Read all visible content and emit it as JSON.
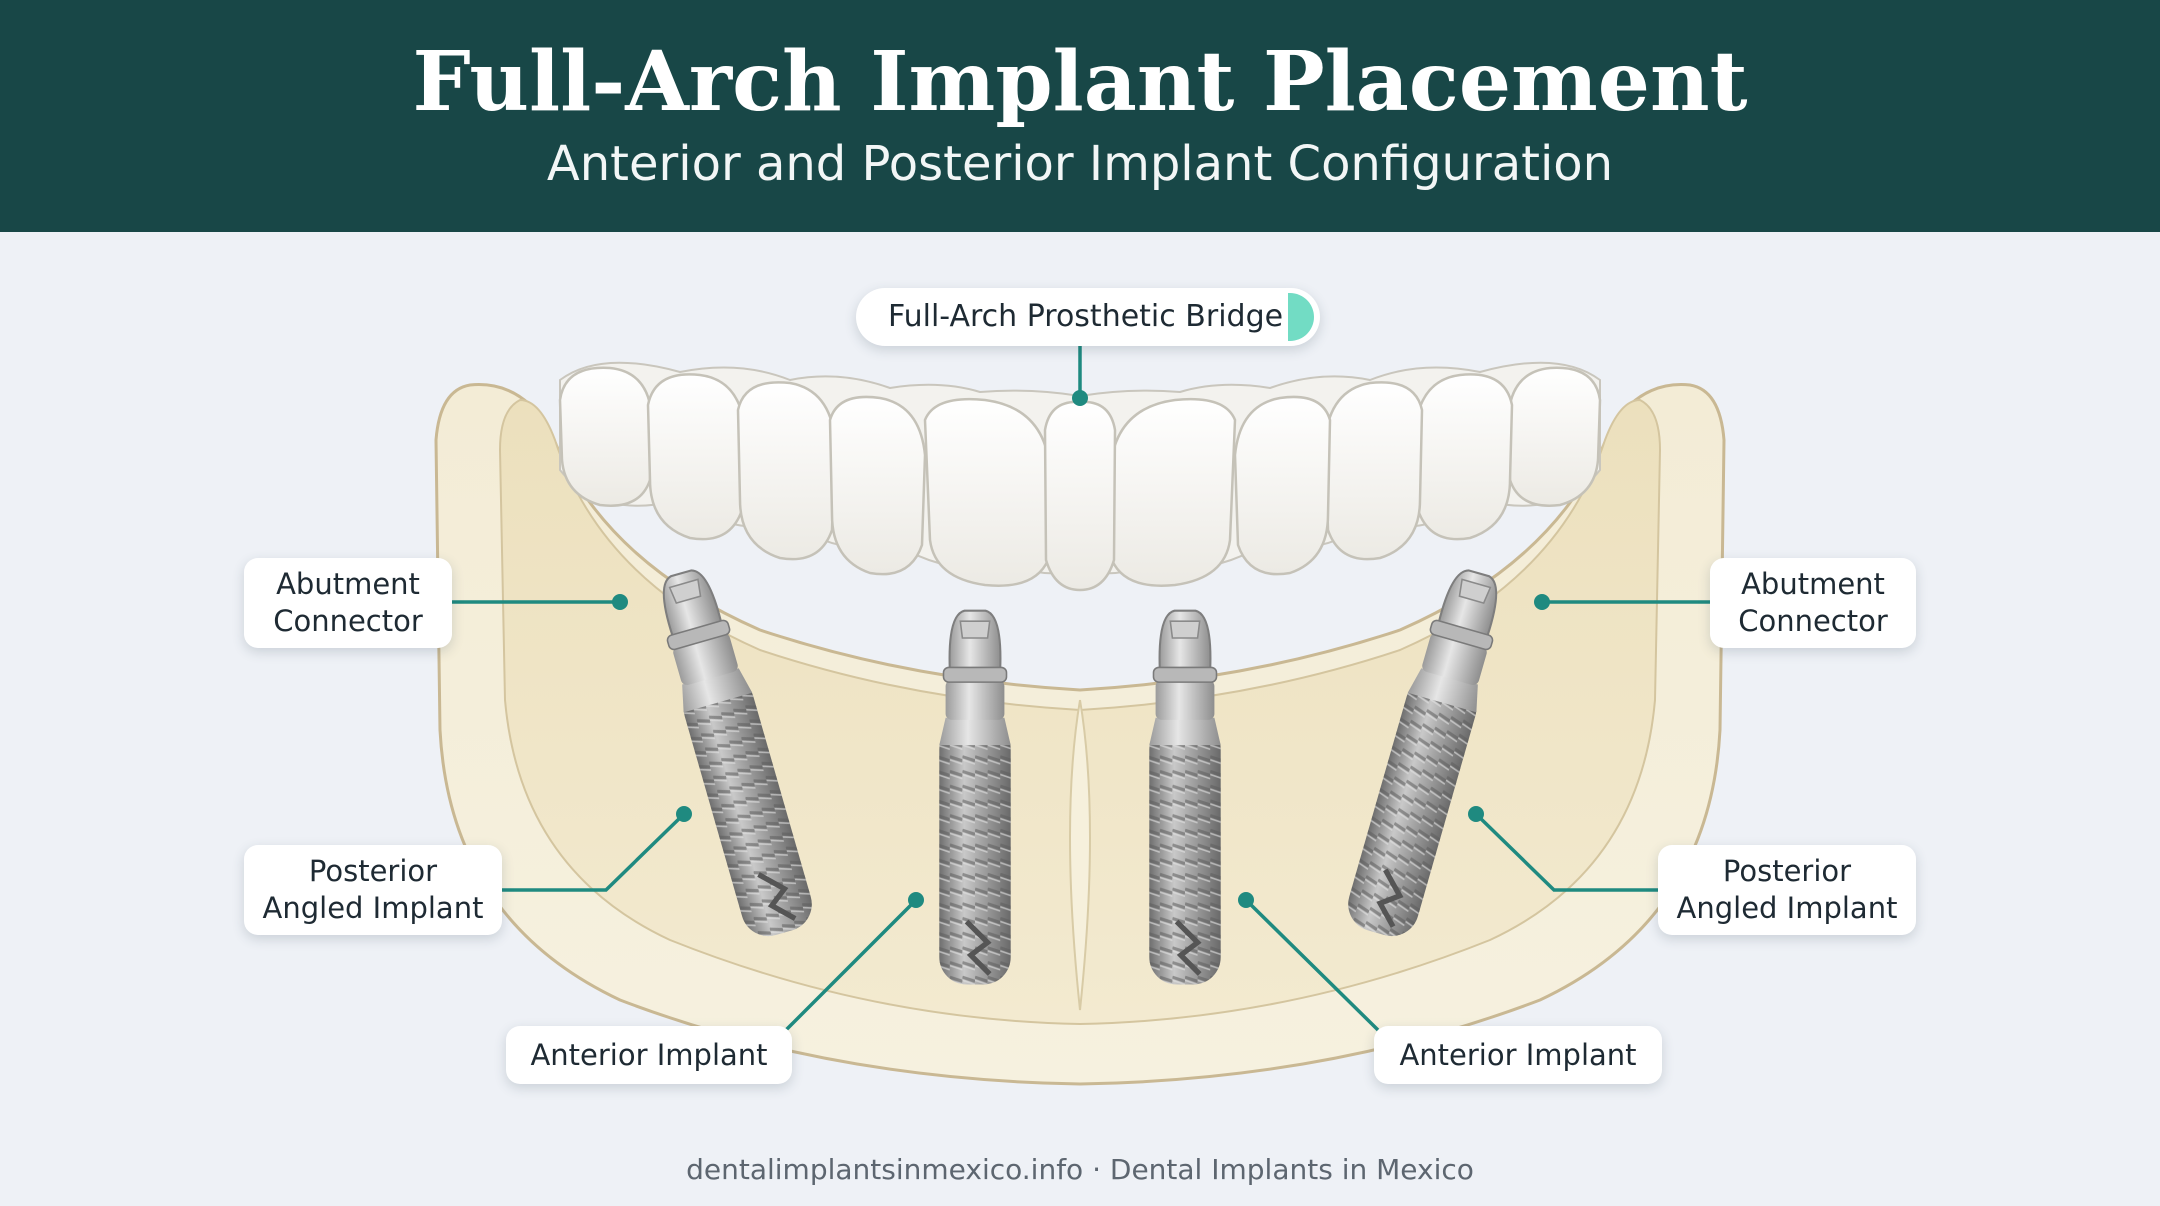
{
  "header": {
    "title": "Full-Arch Implant Placement",
    "subtitle": "Anterior and Posterior Implant Configuration"
  },
  "labels": {
    "bridge": "Full-Arch Prosthetic Bridge",
    "abutment_left": [
      "Abutment",
      "Connector"
    ],
    "abutment_right": [
      "Abutment",
      "Connector"
    ],
    "posterior_left": [
      "Posterior",
      "Angled Implant"
    ],
    "posterior_right": [
      "Posterior",
      "Angled Implant"
    ],
    "anterior_left": "Anterior Implant",
    "anterior_right": "Anterior Implant"
  },
  "footer": {
    "text": "dentalimplantsinmexico.info · Dental Implants in Mexico"
  },
  "colors": {
    "header_bg": "#184747",
    "accent": "#72dcc4",
    "leader_line": "#1f8a80",
    "bone": "#f2ead2",
    "implant": "#9a9a9a",
    "teeth": "#fbfbfa"
  }
}
